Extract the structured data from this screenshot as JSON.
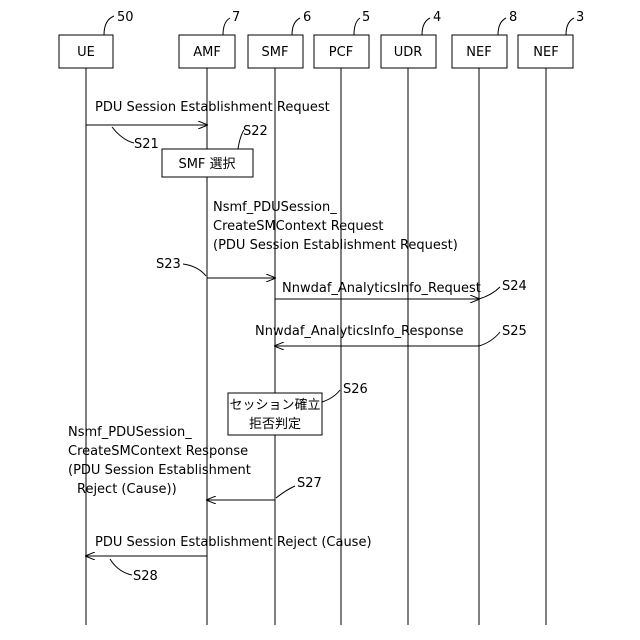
{
  "entities": [
    {
      "name": "UE",
      "ref": "50"
    },
    {
      "name": "AMF",
      "ref": "7"
    },
    {
      "name": "SMF",
      "ref": "6"
    },
    {
      "name": "PCF",
      "ref": "5"
    },
    {
      "name": "UDR",
      "ref": "4"
    },
    {
      "name": "NEF",
      "ref": "8"
    },
    {
      "name": "NEF",
      "ref": "3"
    }
  ],
  "messages": {
    "s21": {
      "label": "PDU Session Establishment Request",
      "step": "S21"
    },
    "s23": {
      "label_line1": "Nsmf_PDUSession_",
      "label_line2": "CreateSMContext Request",
      "label_line3": "(PDU Session Establishment Request)",
      "step": "S23"
    },
    "s24": {
      "label": "Nnwdaf_AnalyticsInfo_Request",
      "step": "S24"
    },
    "s25": {
      "label": "Nnwdaf_AnalyticsInfo_Response",
      "step": "S25"
    },
    "s27": {
      "label_line1": "Nsmf_PDUSession_",
      "label_line2": "CreateSMContext Response",
      "label_line3": "(PDU Session Establishment",
      "label_line4": "Reject (Cause))",
      "step": "S27"
    },
    "s28": {
      "label": "PDU Session Establishment Reject (Cause)",
      "step": "S28"
    }
  },
  "processes": {
    "s22": {
      "label": "SMF 選択",
      "step": "S22"
    },
    "s26": {
      "label_line1": "セッション確立",
      "label_line2": "拒否判定",
      "step": "S26"
    }
  }
}
